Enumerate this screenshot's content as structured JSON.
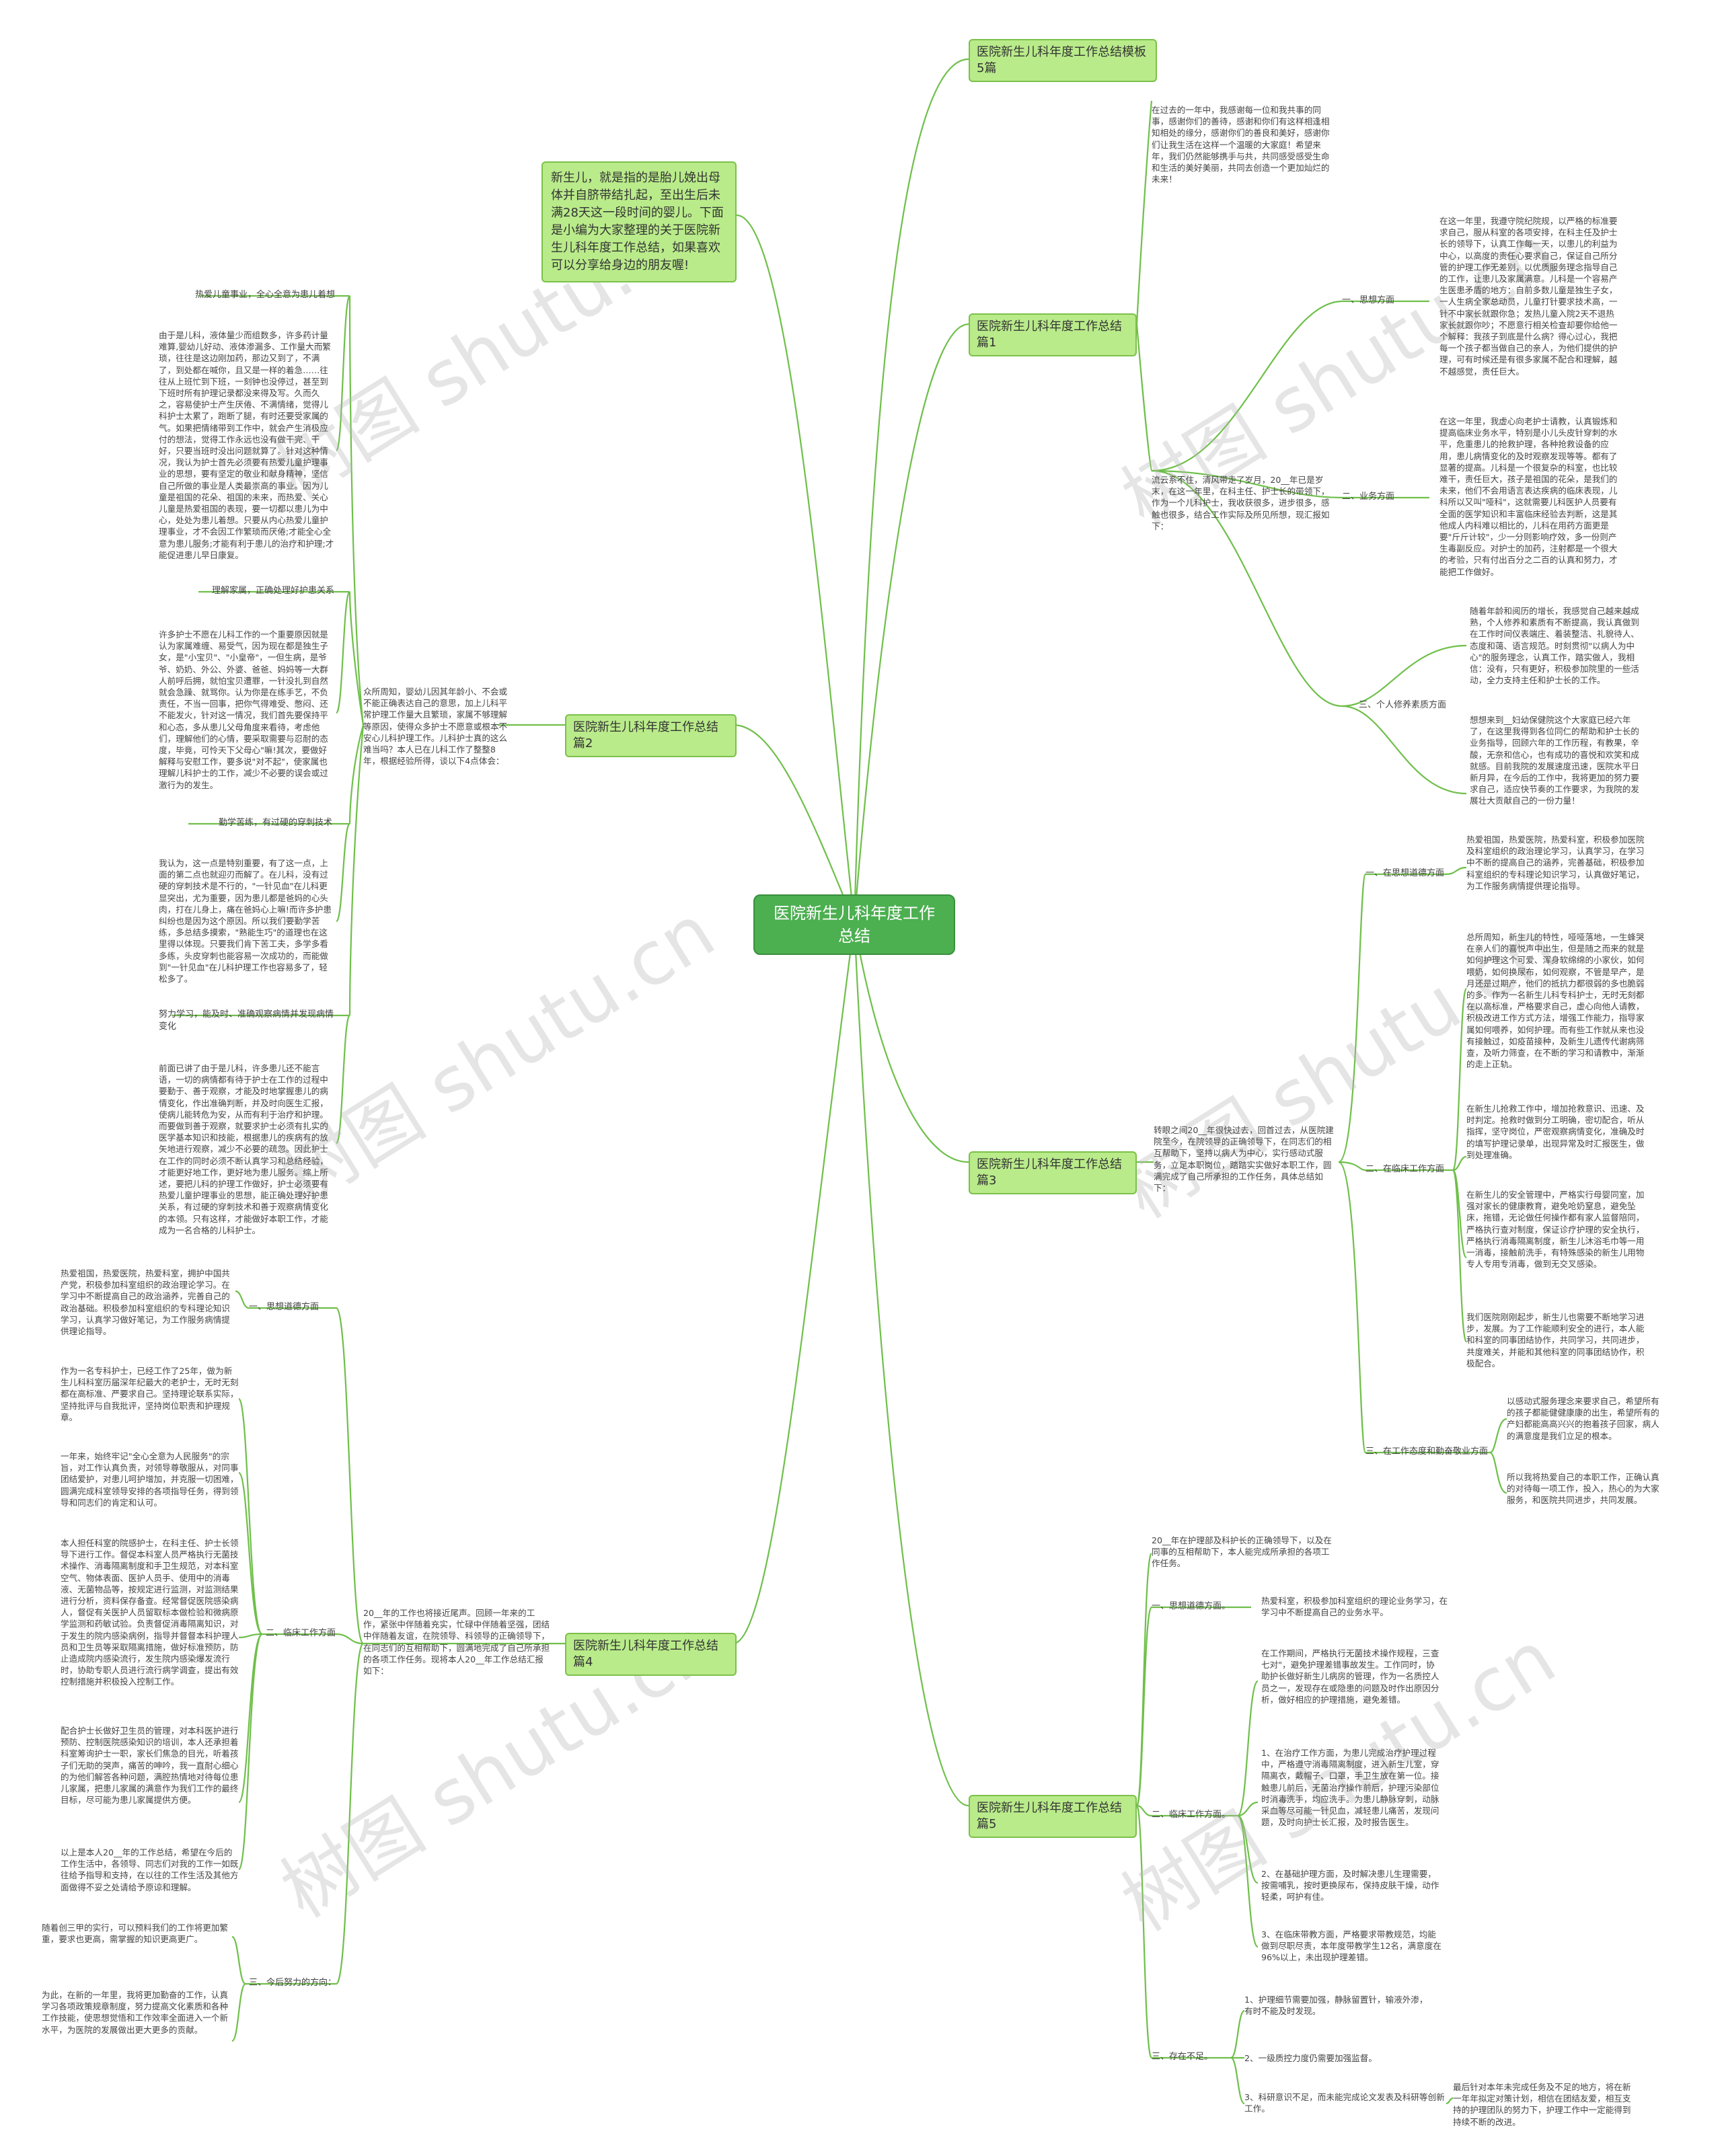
{
  "root": "医院新生儿科年度工作总结",
  "intro": "新生儿，就是指的是胎儿娩出母体并自脐带结扎起，至出生后未满28天这一段时间的婴儿。下面是小编为大家整理的关于医院新生儿科年度工作总结，如果喜欢可以分享给身边的朋友喔!",
  "watermark": "树图 shutu.cn",
  "branches": {
    "b5": {
      "label": "医院新生儿科年度工作总结模板5篇"
    },
    "b1": {
      "label": "医院新生儿科年度工作总结篇1",
      "para1": "在过去的一年中，我感谢每一位和我共事的同事，感谢你们的善待，感谢和你们有这样相逢相知相处的缘分，感谢你们的善良和美好，感谢你们让我生活在这样一个温暖的大家庭！希望来年，我们仍然能够携手与共，共同感受感受生命和生活的美好美丽，共同去创造一个更加灿烂的未来！",
      "para2": "流云系不住，清风带走了岁月，20__年已是岁末，在这一年里，在科主任、护士长的带领下，作为一个儿科护士，我收获很多，进步很多，感触也很多，结合工作实际及所见所想，现汇报如下：",
      "s1": {
        "label": "一、思想方面",
        "text": "在这一年里，我遵守院纪院规，以严格的标准要求自己，服从科室的各项安排，在科主任及护士长的领导下，认真工作每一天，以患儿的利益为中心，以高度的责任心要求自己，保证自己所分管的护理工作无差别，以优质服务理念指导自己的工作，让患儿及家属满意。儿科是一个容易产生医患矛盾的地方：自前多数儿童是独生子女，一人生病全家总动员，儿童打针要求技术高，一针不中家长就跟你急；发热儿童入院2天不退热家长就跟你吵；不愿意行相关检查却要你给他一个解释：我孩子到底是什么病？得心过心，我把每一个孩子都当做自己的亲人，为他们提供的护理，可有时候还是有很多家属不配合和理解，越不越感觉，责任巨大。"
      },
      "s2": {
        "label": "二、业务方面",
        "text": "在这一年里，我虚心向老护士请教，认真锻炼和提高临床业务水平，特别是小儿头皮针穿刺的水平，危重患儿的抢救护理，各种抢救设备的应用，患儿病情变化的及时观察发现等等。都有了显著的提高。儿科是一个很复杂的科室，也比较难干，责任巨大，孩子是祖国的花朵，是我们的未来，他们不会用语言表达疾病的临床表现，儿科所以又叫\"哑科\"，这就需要儿科医护人员要有全面的医学知识和丰富临床经验去判断，这是其他成人内科难以相比的，儿科在用药方面更是要\"斤斤计较\"，少一分则影响疗效，多一份则产生毒副反应。对护士的加药，注射都是一个很大的考验，只有付出百分之二百的认真和努力，才能把工作做好。"
      },
      "s3": {
        "label": "三、个人修养素质方面",
        "t1": "随着年龄和阅历的增长，我感觉自己越来越成熟，个人修养和素质有不断提高，我认真做到在工作时间仪表端庄、着装整洁、礼貌待人、态度和蔼、语言规范。时刻贯彻\"以病人为中心\"的服务理念，认真工作，踏实做人，我相信：没有，只有更好，积极参加院里的一些活动，全力支持主任和护士长的工作。",
        "t2": "想想来到__妇幼保健院这个大家庭已经六年了，在这里我得到各位同仁的帮助和护士长的业务指导，回顾六年的工作历程，有教果，辛酸，无奈和信心，也有成功的喜悦和欢笑和成就感。目前我院的发展速度迅速，医院水平日新月异，在今后的工作中，我将更加的努力要求自己，适应快节奏的工作要求，为我院的发展壮大贡献自己的一份力量！"
      }
    },
    "b2": {
      "label": "医院新生儿科年度工作总结篇2",
      "intro": "众所周知，婴幼儿因其年龄小、不会或不能正确表达自己的意思，加上儿科平常护理工作量大且繁琐，家属不够理解等原因，使得众多护士不愿意或根本不安心儿科护理工作。儿科护士真的这么难当吗？本人已在儿科工作了整整8年，根据经验所得，谈以下4点体会：",
      "s1": {
        "label": "热爱儿童事业，全心全意为患儿着想",
        "text": "由于是儿科，液体量少而组数多，许多药计量难算,婴幼儿好动、液体渗漏多、工作量大而繁琐，往往是这边刚加药，那边又到了，不满了，到处都在喊你，且又是一样的着急……往往从上班忙到下班，一刻钟也没停过，甚至到下班时所有护理记录都没来得及写。久而久之，容易使护士产生厌倦、不满情绪，觉得儿科护士太累了，跑断了腿，有时还要受家属的气。如果把情绪带到工作中，就会产生消极应付的想法，觉得工作永远也没有做干完、干好，只要当班时没出问题就算了。针对这种情况，我认为护士首先必须要有热爱儿童护理事业的思想，要有坚定的敬业和献身精神，坚信自己所做的事业是人类最崇高的事业。因为儿童是祖国的花朵、祖国的未来，而热爱、关心儿童是热爱祖国的表现，要一切都以患儿为中心，处处为患儿着想。只要从内心热爱儿童护理事业，才不会因工作繁琐而厌倦;才能全心全意为患儿服务;才能有利于患儿的治疗和护理;才能促进患儿早日康复。"
      },
      "s2": {
        "label": "理解家属，正确处理好护患关系",
        "text": "许多护士不愿在儿科工作的一个重要原因就是认为家属难缠、易受气，因为现在都是独生子女，是\"小宝贝\"、\"小皇帝\"，一但生病，是爷爷、奶奶、外公、外婆、爸爸、妈妈等一大群人前呼后拥，就怕宝贝遭罪，一针没扎到自然就会急躁、就骂你。认为你是在练手艺，不负责任，不当一回事，把你气得难受、憋闷、还不能发火，针对这一情况，我们首先要保持平和心态，多从患儿父母角度来看待，考虑他们，理解他们的心情，要采取需要与忍耐的态度，毕竟，可怜天下父母心\"嘛!其次，要做好解释与安慰工作，要多说\"对不起\"，使家属也理解儿科护士的工作，减少不必要的误会或过激行为的发生。"
      },
      "s3": {
        "label": "勤学苦练，有过硬的穿刺技术",
        "text": "我认为，这一点是特别重要，有了这一点，上面的第二点也就迎刃而解了。在儿科，没有过硬的穿刺技术是不行的，\"一针见血\"在儿科更显突出，尤为重要，因为患儿都是爸妈的心头肉，打在儿身上，痛在爸妈心上嘛!而许多护患纠纷也是因为这个原因。所以我们要勤学苦练，多总结多摸索，\"熟能生巧\"的道理也在这里得以体现。只要我们肯下苦工夫，多学多看多练，头皮穿刺也能容易一次成功的，而能做到\"一针见血\"在儿科护理工作也容易多了，轻松多了。"
      },
      "s4": {
        "label": "努力学习，能及时、准确观察病情并发现病情变化",
        "text": "前面已讲了由于是儿科，许多患儿还不能言语，一切的病情都有待于护士在工作的过程中要勤于、善于观察，才能及时地掌握患儿的病情变化，作出准确判断，并及时向医生汇报，使病儿能转危为安，从而有利于治疗和护理。而要做到善于观察，就要求护士必须有扎实的医学基本知识和技能，根据患儿的疾病有的放矢地进行观察，减少不必要的疏忽。因此护士在工作的同时必须不断认真学习和总结经验，才能更好地工作，更好地为患儿服务。综上所述，要把儿科的护理工作做好，护士必须要有热爱儿童护理事业的思想，能正确处理好护患关系，有过硬的穿刺技术和善于观察病情变化的本领。只有这样，才能做好本职工作，才能成为一名合格的儿科护士。"
      }
    },
    "b3": {
      "label": "医院新生儿科年度工作总结篇3",
      "intro": "转眼之间20__年很快过去，回首过去，从医院建院至今，在院领导的正确领导下，在同志们的相互帮助下，坚持以病人为中心，实行感动式服务，立足本职岗位，踏踏实实做好本职工作，圆满完成了自己所承担的工作任务，具体总结如下：",
      "s1": {
        "label": "一、在思想道德方面",
        "text": "热爱祖国，热爱医院，热爱科室，积极参加医院及科室组织的政治理论学习，认真学习，在学习中不断的提高自己的涵养，完善基础，积极参加科室组织的专科理论知识学习，认真做好笔记，为工作服务病情提供理论指导。"
      },
      "s2": {
        "label": "二、在临床工作方面",
        "t1": "总所周知，新生儿的特性，哑哑落地，一生蜂哭在亲人们的喜悦声中出生，但是随之而来的就是如何护理这个可爱、浑身软绵绵的小家伙，如何喂奶，如何换尿布，如何观察，不管是早产，是月还是过期产，他们的抵抗力都很弱的多也脆弱的多。作为一名新生儿科专科护士，无时无刻都在以高标准，严格要求自己，虚心向他人请教，积极改进工作方式方法，增强工作能力，指导家属如何喂养，如何护理。而有些工作就从来也没有接触过，如疫苗接种，及新生儿遗传代谢病筛查，及听力筛查，在不断的学习和请教中，渐渐的走上正轨。",
        "t2": "在新生儿抢救工作中，增加抢救意识、迅速、及时判定。抢救时做到分工明确，密切配合，听从指挥，坚守岗位，严密观察病情变化，准确及时的填写护理记录单，出现异常及时汇报医生，做到处理准确。",
        "t3": "在新生儿的安全管理中，严格实行母婴同室，加强对家长的健康教育，避免呛奶窒息，避免坠床，拖错，无论做任何操作都有家人监督陪同，严格执行查对制度，保证诊疗护理的安全执行，严格执行消毒隔离制度，新生儿沐浴毛巾等一用一消毒，接触前洗手，有特殊感染的新生儿用物专人专用专消毒，做到无交叉感染。",
        "t4": "我们医院刚刚起步，新生儿也需要不断地学习进步，发展。为了工作能顺利安全的进行，本人能和科室的同事团结协作，共同学习，共同进步，共度难关，并能和其他科室的同事团结协作，积极配合。"
      },
      "s3": {
        "label": "三、在工作态度和勤奋敬业方面",
        "t1": "以感动式服务理念来要求自己，希望所有的孩子都能健健康康的出生，希望所有的产妇都能高高兴兴的抱着孩子回家，病人的满意度是我们立足的根本。",
        "t2": "所以我将热爱自己的本职工作，正确认真的对待每一项工作，投入，热心的为大家服务，和医院共同进步，共同发展。"
      }
    },
    "b4": {
      "label": "医院新生儿科年度工作总结篇4",
      "intro": "20__年的工作也将接近尾声。回顾一年来的工作，紧张中伴随着充实，忙碌中伴随着坚强，团结中伴随着友谊，在院领导、科领导的正确领导下，在同志们的互相帮助下，圆满地完成了自己所承担的各项工作任务。现将本人20__年工作总结汇报如下：",
      "s1": {
        "label": "一、思想道德方面",
        "text": "热爱祖国，热爱医院，热爱科室，拥护中国共产党，积极参加科室组织的政治理论学习。在学习中不断提高自己的政治涵养，完善自己的政治基础。积极参加科室组织的专科理论知识学习，认真学习做好笔记，为工作服务病情提供理论指导。"
      },
      "s2": {
        "label": "二、临床工作方面",
        "t1": "作为一名专科护士，已经工作了25年，做为新生儿科科室历届深年纪最大的老护士，无时无刻都在高标准、严要求自己。坚持理论联系实际，坚持批评与自我批评，坚持岗位职责和护理规章。",
        "t2": "一年来，始终牢记\"全心全意为人民服务\"的宗旨，对工作认真负责，对领导尊敬服从，对同事团结爱护，对患儿呵护增加，并克服一切困难，圆满完成科室领导安排的各项指导任务，得到领导和同志们的肯定和认可。",
        "t3": "本人担任科室的院感护士，在科主任、护士长领导下进行工作。督促本科室人员严格执行无菌技术操作、消毒隔离制度和手卫生规范，对本科室空气、物体表面、医护人员手、使用中的消毒液、无菌物品等，按规定进行监测，对监测结果进行分析，资料保存备查。经常督促医院感染病人，督促有关医护人员留取标本做检验和微病原学监测和药敏试验。负责督促消毒隔离知识，对于发生的院内感染病例，指导并督督本科护理人员和卫生员等采取隔离措施，做好标准预防，防止造成院内感染流行，发生院内感染爆发流行时，协助专职人员进行流行病学调查，提出有效控制措施并积极投入控制工作。",
        "t4": "配合护士长做好卫生员的管理，对本科医护进行预防、控制医院感染知识的培训，本人还承担着科室筹询护士一职，家长们焦急的目光，听着孩子们无助的哭声，痛苦的呻吟，我一直耐心细心的为他们解答各种问题，满腔热情地对待每位患儿家属，把患儿家属的满意作为我们工作的最终目标，尽可能为患儿家属提供方便。",
        "t5": "以上是本人20__年的工作总结，希望在今后的工作生活中，各领导、同志们对我的工作一如既往给予指导和支持，在以往的工作生活及其他方面做得不妥之处请给予原谅和理解。"
      },
      "s3": {
        "label": "三、今后努力的方向：",
        "t1": "随着创三甲的实行，可以预料我们的工作将更加繁重，要求也更高，需掌握的知识更高更广。",
        "t2": "为此，在新的一年里，我将更加勤奋的工作，认真学习各项政策规章制度，努力提高文化素质和各种工作技能，使思想觉悟和工作效率全面进入一个新水平，为医院的发展做出更大更多的贡献。"
      }
    },
    "b6": {
      "label": "医院新生儿科年度工作总结篇5",
      "intro": "20__年在护理部及科护长的正确领导下，以及在同事的互相帮助下，本人能完成所承担的各项工作任务。",
      "s1": {
        "label": "一、思想道德方面。",
        "text": "热爱科室，积极参加科室组织的理论业务学习，在学习中不断提高自己的业务水平。"
      },
      "s2": {
        "label": "二、临床工作方面。",
        "t1": "在工作期间，严格执行无菌技术操作规程，三查七对\"，避免护理差错事故发生。工作同时，协助护长做好新生儿病房的管理，作为一名质控人员之一，发现存在或隐患的问题及时作出原因分析，做好相应的护理措施，避免差错。",
        "t2": "1、在治疗工作方面，为患儿完成治疗护理过程中，严格遵守消毒隔离制度，进入新生儿室，穿隔离衣，戴帽子、口罩，手卫生放在第一位。接触患儿前后，无菌治疗操作前后，护理污染部位时消毒洗手，均应洗手。为患儿静脉穿刺，动脉采血等尽可能一针见血，减轻患儿痛苦，发现问题，及时向护士长汇报，及时报告医生。",
        "t3": "2、在基础护理方面，及时解决患儿生理需要，按需哺乳，按时更换尿布，保持皮肤干燥，动作轻柔，呵护有佳。",
        "t4": "3、在临床带教方面，严格要求带教规范，均能做到尽职尽责，本年度带教学生12名，满意度在96%以上，未出现护理差错。"
      },
      "s3": {
        "label": "三、存在不足。",
        "t1": "1、护理细节需要加强，静脉留置针，输液外渗，有时不能及时发现。",
        "t2": "2、一级质控力度仍需要加强监督。",
        "t3label": "3、科研意识不足，而未能完成论文发表及科研等创新工作。",
        "t3": "最后针对本年未完成任务及不足的地方，将在新一年年拟定对策计划，相信在团结友爱，相互支持的护理团队的努力下，护理工作中一定能得到持续不断的改进。"
      }
    }
  }
}
